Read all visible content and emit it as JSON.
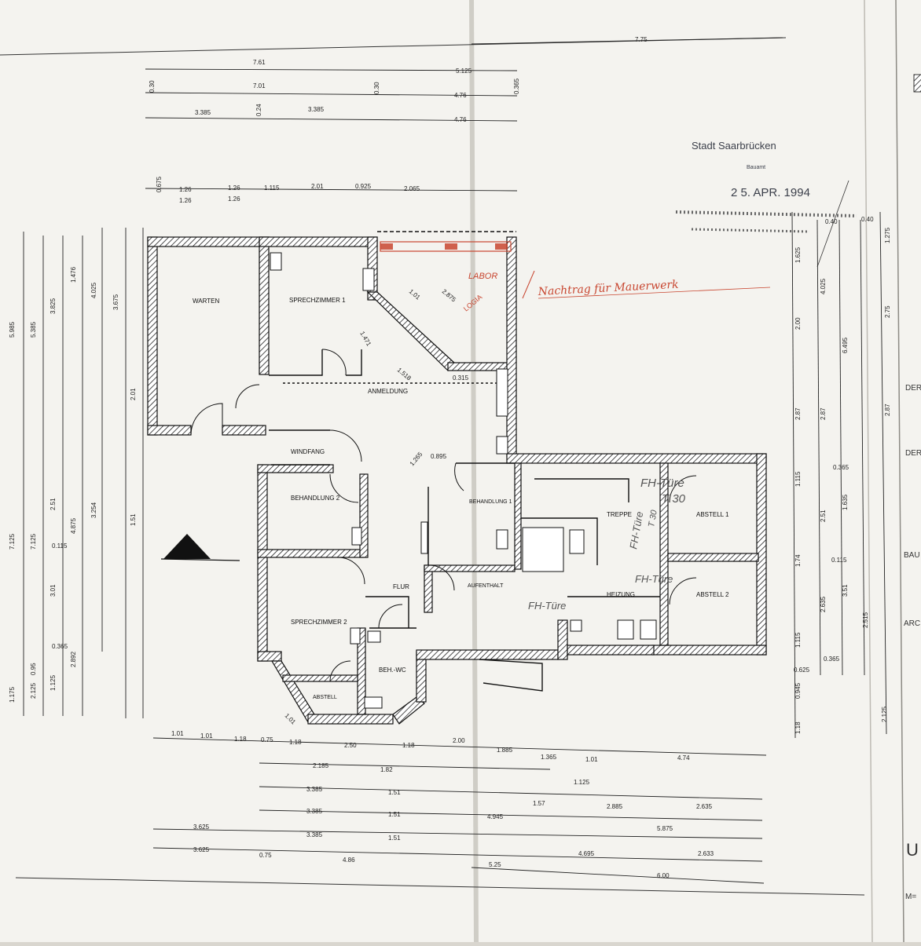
{
  "rooms": {
    "warten": "WARTEN",
    "sprechzimmer1": "SPRECHZIMMER 1",
    "anmeldung": "ANMELDUNG",
    "labor": "LABOR",
    "windfang": "WINDFANG",
    "behandlung2": "BEHANDLUNG 2",
    "behandlung1": "BEHANDLUNG 1",
    "flur": "FLUR",
    "aufenthalt": "AUFENTHALT",
    "sprechzimmer2": "SPRECHZIMMER 2",
    "beh_wc": "BEH.-WC",
    "abstell": "ABSTELL",
    "treppe": "TREPPE",
    "heizung": "HEIZUNG",
    "abstell1": "ABSTELL 1",
    "abstell2": "ABSTELL 2"
  },
  "annotations": {
    "nachtrag": "Nachtrag für Mauerwerk",
    "fh_tuere_1": "FH-Türe",
    "t30": "T 30",
    "fh_tuere_2": "FH-Türe",
    "fh_tuere_3": "FH-Türe",
    "fh_tuere_4": "FH-Türe",
    "t30_2": "T 30"
  },
  "stamp": {
    "line1": "Stadt Saarbrücken",
    "line2": "Bauamt",
    "date": "2 5. APR. 1994"
  },
  "edge_labels": {
    "a": "DER",
    "b": "DER",
    "c": "BAU",
    "d": "ARC",
    "e": "U",
    "f": "M="
  },
  "dims_top": {
    "r1": "7.75",
    "r2": "7.61",
    "r3": "5.125",
    "r4": "7.01",
    "r5": "4.76",
    "r6a": "3.385",
    "r6b": "3.385",
    "r6c": "4.76",
    "r7a": "1.26",
    "r7b": "1.26",
    "r7c": "1.115",
    "r7d": "2.01",
    "r7e": "0.925",
    "r7f": "2.065",
    "r7g": "1.26",
    "r7h": "1.26",
    "v030a": "0.30",
    "v030b": "0.30",
    "v024": "0.24",
    "v0675": "0.675",
    "v0365": "0.365"
  },
  "dims_bottom": {
    "b1a": "1.01",
    "b1b": "1.01",
    "b1c": "1.18",
    "b1d": "0.75",
    "b1e": "1.18",
    "b1f": "2.50",
    "b1g": "1.18",
    "b1h": "2.00",
    "b1i": "1.885",
    "b1j": "1.365",
    "b1k": "1.01",
    "b1l": "4.74",
    "b2a": "2.185",
    "b2b": "1.82",
    "b2c": "1.125",
    "b3a": "3.385",
    "b3b": "1.51",
    "b3c": "1.57",
    "b3d": "2.885",
    "b3e": "2.635",
    "b4a": "3.385",
    "b4b": "1.51",
    "b4c": "4.945",
    "b5a": "3.625",
    "b5b": "3.385",
    "b5c": "1.51",
    "b5d": "5.875",
    "b6a": "3.625",
    "b6b": "0.75",
    "b6c": "4.86",
    "b6d": "5.25",
    "b6e": "4.695",
    "b6f": "2.633",
    "b7": "6.00"
  },
  "dims_left": {
    "l1": "5.985",
    "l2": "5.385",
    "l3": "3.825",
    "l4": "1.476",
    "l5": "4.025",
    "l6": "3.675",
    "l7": "7.125",
    "l8": "7.125",
    "l9": "4.875",
    "l10": "3.254",
    "l11": "2.51",
    "l12": "3.01",
    "l13": "2.892",
    "l14": "0.365",
    "l15": "0.115",
    "l16": "2.01",
    "l17": "1.51",
    "l18": "0.95",
    "l19": "1.175",
    "l20": "2.125",
    "l21": "1.125"
  },
  "dims_right": {
    "r1": "2.00",
    "r2": "1.625",
    "r3": "4.025",
    "r4": "6.495",
    "r5": "2.75",
    "r6": "1.275",
    "r7": "2.87",
    "r8": "2.87",
    "r9": "2.87",
    "r10": "1.115",
    "r11": "1.635",
    "r12": "2.51",
    "r13": "1.74",
    "r14": "2.635",
    "r15": "3.51",
    "r16": "2.515",
    "r17": "1.115",
    "r18": "0.945",
    "r19": "1.18",
    "r20": "0.625",
    "r21": "2.125",
    "r22": "0.40",
    "r23": "0.40"
  }
}
